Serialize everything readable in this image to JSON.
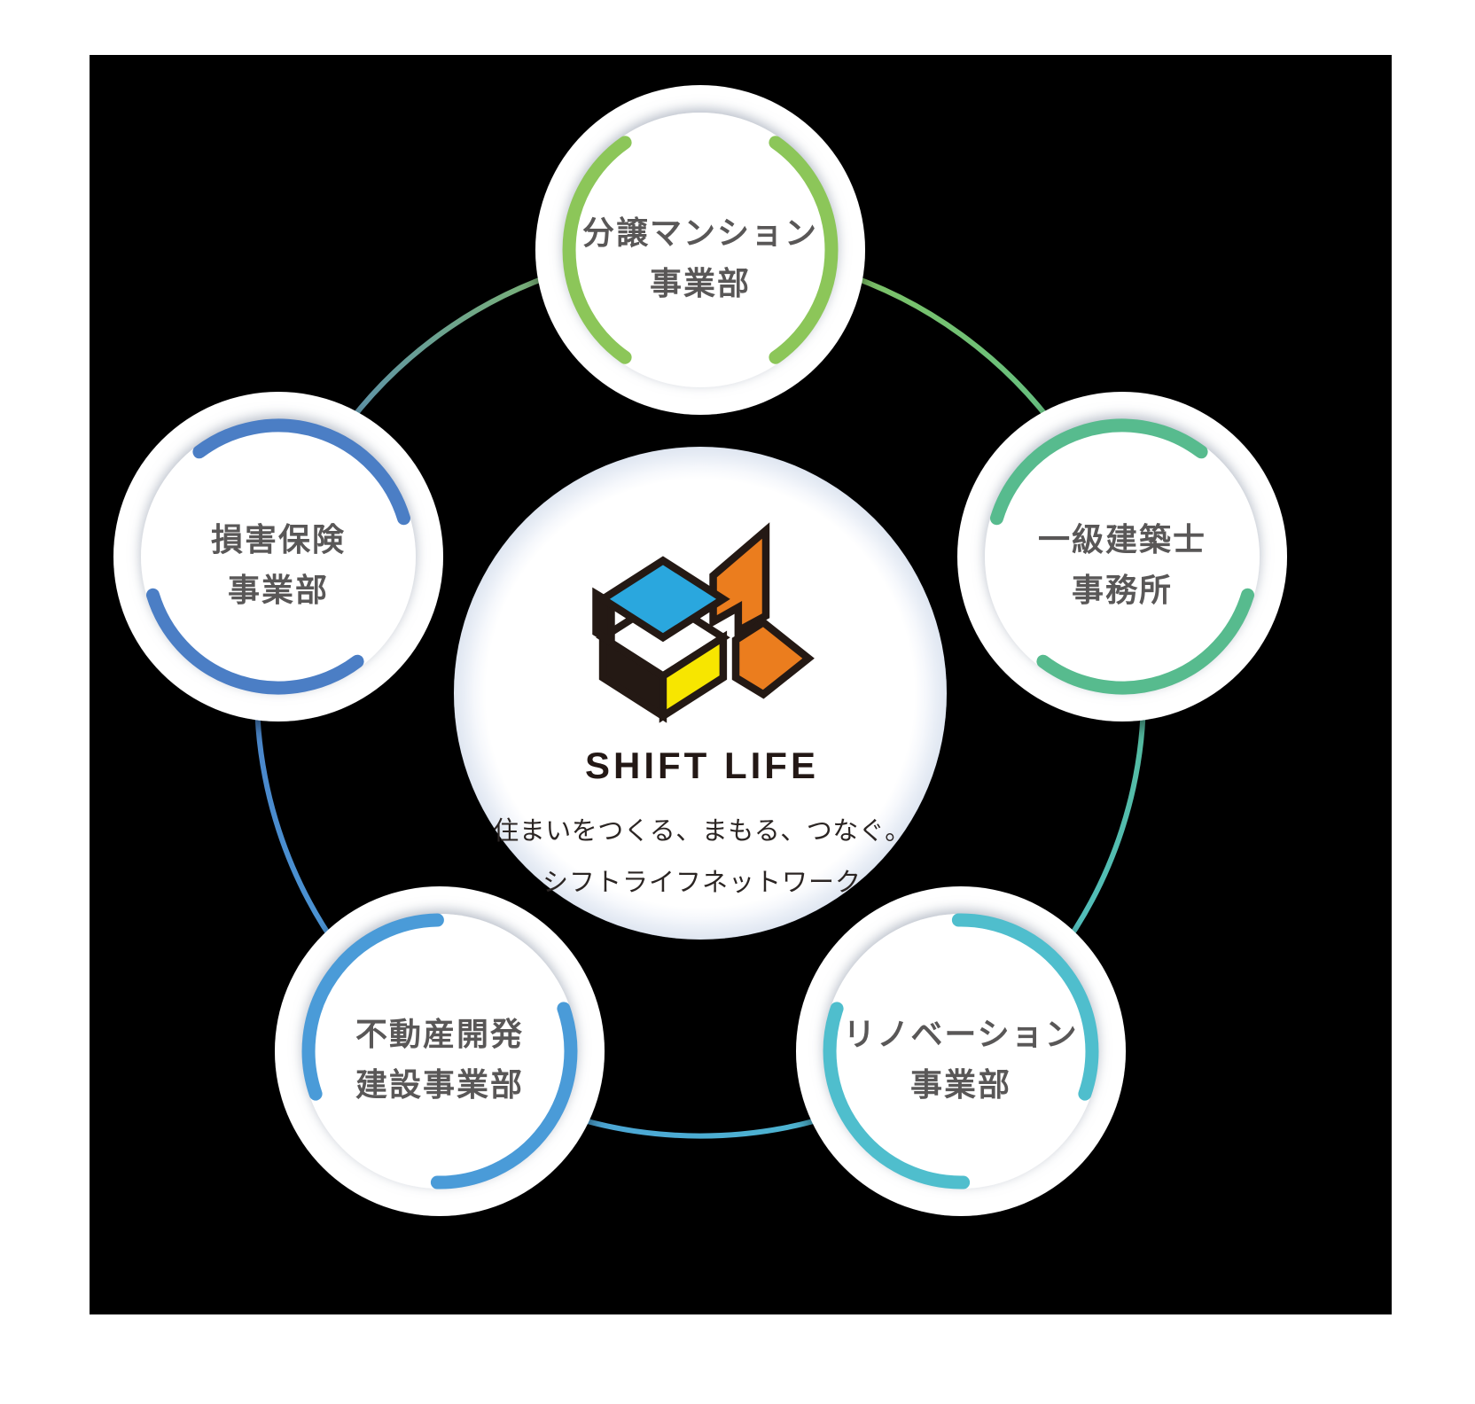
{
  "diagram_title": "SHIFT LIFE network diagram",
  "background_color": "#000000",
  "label_text_color": "#595757",
  "center": {
    "brand": "SHIFT LIFE",
    "brand_color": "#231815",
    "tagline_line1": "住まいをつくる、まもる、つなぐ。",
    "tagline_line2": "シフトライフネットワーク",
    "tagline_color": "#2B2523",
    "logo_colors": {
      "blue": "#2AA7DE",
      "orange": "#EB7D1E",
      "yellow": "#F7E600",
      "outline": "#241914",
      "white": "#FFFFFF"
    }
  },
  "satellites": [
    {
      "position": "top",
      "label_line1": "分譲マンション",
      "label_line2": "事業部",
      "color": "#8CC659"
    },
    {
      "position": "right",
      "label_line1": "一級建築士",
      "label_line2": "事務所",
      "color": "#57BB8E"
    },
    {
      "position": "bottom-right",
      "label_line1": "リノベーション",
      "label_line2": "事業部",
      "color": "#4FBECD"
    },
    {
      "position": "bottom-left",
      "label_line1": "不動産開発",
      "label_line2": "建設事業部",
      "color": "#4A9BD8"
    },
    {
      "position": "left",
      "label_line1": "損害保険",
      "label_line2": "事業部",
      "color": "#4B7EC5"
    }
  ]
}
